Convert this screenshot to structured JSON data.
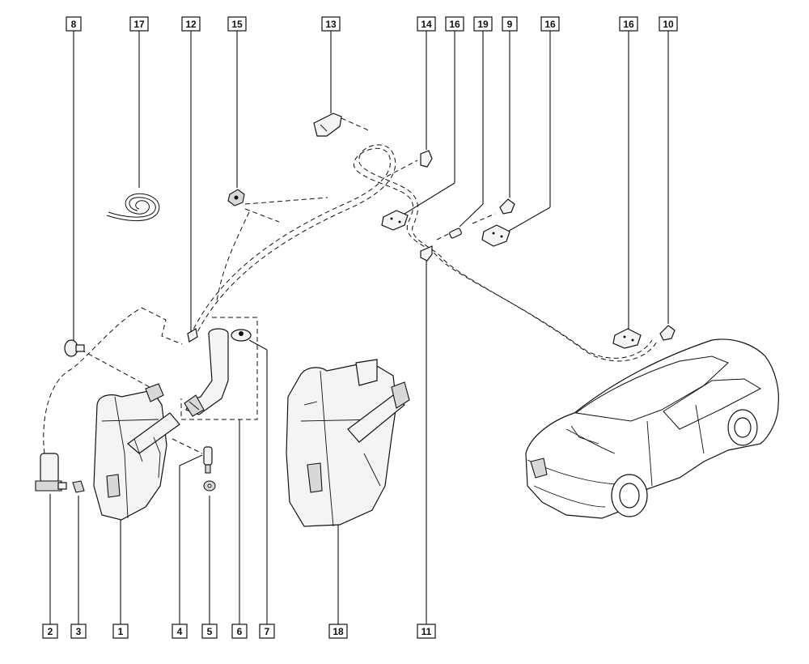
{
  "callouts": [
    {
      "id": "c8",
      "label": "8"
    },
    {
      "id": "c17",
      "label": "17"
    },
    {
      "id": "c12",
      "label": "12"
    },
    {
      "id": "c15",
      "label": "15"
    },
    {
      "id": "c13",
      "label": "13"
    },
    {
      "id": "c14",
      "label": "14"
    },
    {
      "id": "c16a",
      "label": "16"
    },
    {
      "id": "c19",
      "label": "19"
    },
    {
      "id": "c9",
      "label": "9"
    },
    {
      "id": "c16b",
      "label": "16"
    },
    {
      "id": "c16c",
      "label": "16"
    },
    {
      "id": "c10",
      "label": "10"
    },
    {
      "id": "c2",
      "label": "2"
    },
    {
      "id": "c3",
      "label": "3"
    },
    {
      "id": "c1",
      "label": "1"
    },
    {
      "id": "c4",
      "label": "4"
    },
    {
      "id": "c5",
      "label": "5"
    },
    {
      "id": "c6",
      "label": "6"
    },
    {
      "id": "c7",
      "label": "7"
    },
    {
      "id": "c18",
      "label": "18"
    },
    {
      "id": "c11",
      "label": "11"
    }
  ]
}
